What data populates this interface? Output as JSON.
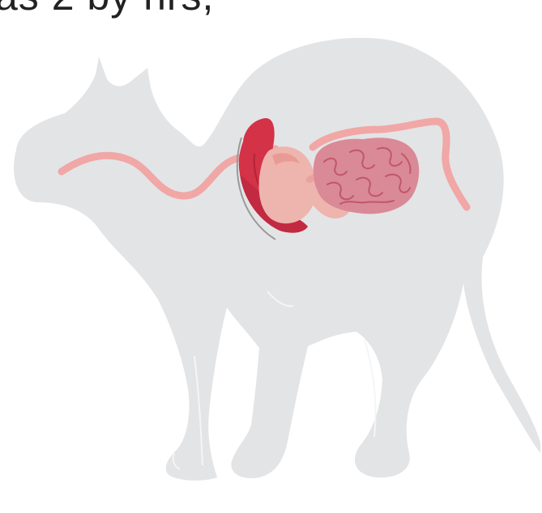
{
  "heading": {
    "partial_text": "as 2 by hrs,"
  },
  "colors": {
    "background": "#ffffff",
    "silhouette": "#e3e4e6",
    "silhouette_edge": "#f2f3f4",
    "esophagus": "#f0a7a5",
    "stomach": "#eeb4ae",
    "stomach_shade": "#e89b95",
    "liver": "#d33247",
    "liver_dark": "#b42338",
    "small_intestine": "#d98a96",
    "small_intestine_lines": "#c2566a",
    "large_intestine": "#f0a7a5",
    "diaphragm": "#9a9a9a"
  },
  "figure": {
    "subject": "cat",
    "organs": [
      "esophagus",
      "liver",
      "stomach",
      "small-intestine",
      "large-intestine"
    ]
  }
}
